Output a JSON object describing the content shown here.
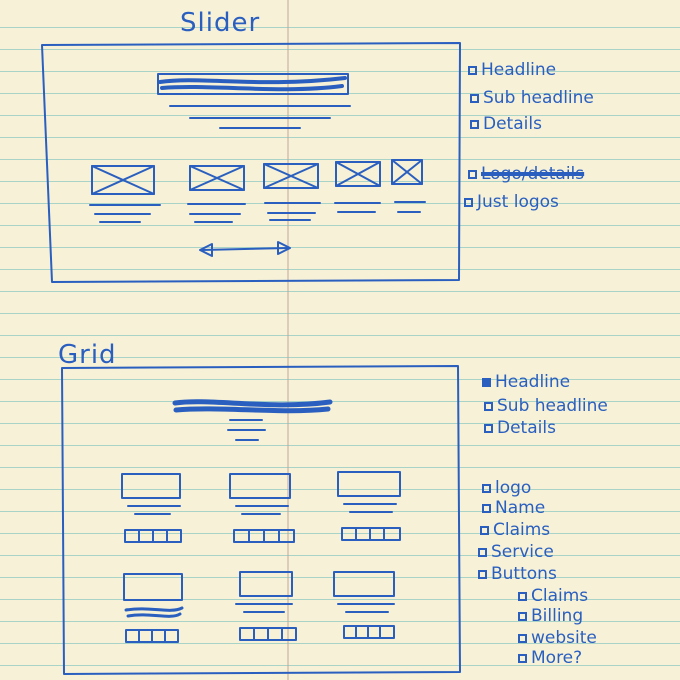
{
  "slider": {
    "title": "Slider",
    "options": [
      {
        "label": "Headline",
        "checked": false,
        "struck": false
      },
      {
        "label": "Sub headline",
        "checked": false,
        "struck": false
      },
      {
        "label": "Details",
        "checked": false,
        "struck": false
      },
      {
        "label": "Logo/details",
        "checked": false,
        "struck": true
      },
      {
        "label": "Just logos",
        "checked": false,
        "struck": false
      }
    ]
  },
  "grid": {
    "title": "Grid",
    "options": [
      {
        "label": "Headline",
        "checked": true
      },
      {
        "label": "Sub headline",
        "checked": false
      },
      {
        "label": "Details",
        "checked": false
      },
      {
        "label": "logo",
        "checked": false
      },
      {
        "label": "Name",
        "checked": false
      },
      {
        "label": "Claims",
        "checked": false
      },
      {
        "label": "Service",
        "checked": false
      },
      {
        "label": "Buttons",
        "checked": false
      },
      {
        "label": "Claims",
        "checked": false
      },
      {
        "label": "Billing",
        "checked": false
      },
      {
        "label": "website",
        "checked": false
      },
      {
        "label": "More?",
        "checked": false
      }
    ]
  },
  "colors": {
    "ink": "#2a5fc0",
    "paper": "#f6f1d7",
    "rule": "#a8d3c6"
  }
}
